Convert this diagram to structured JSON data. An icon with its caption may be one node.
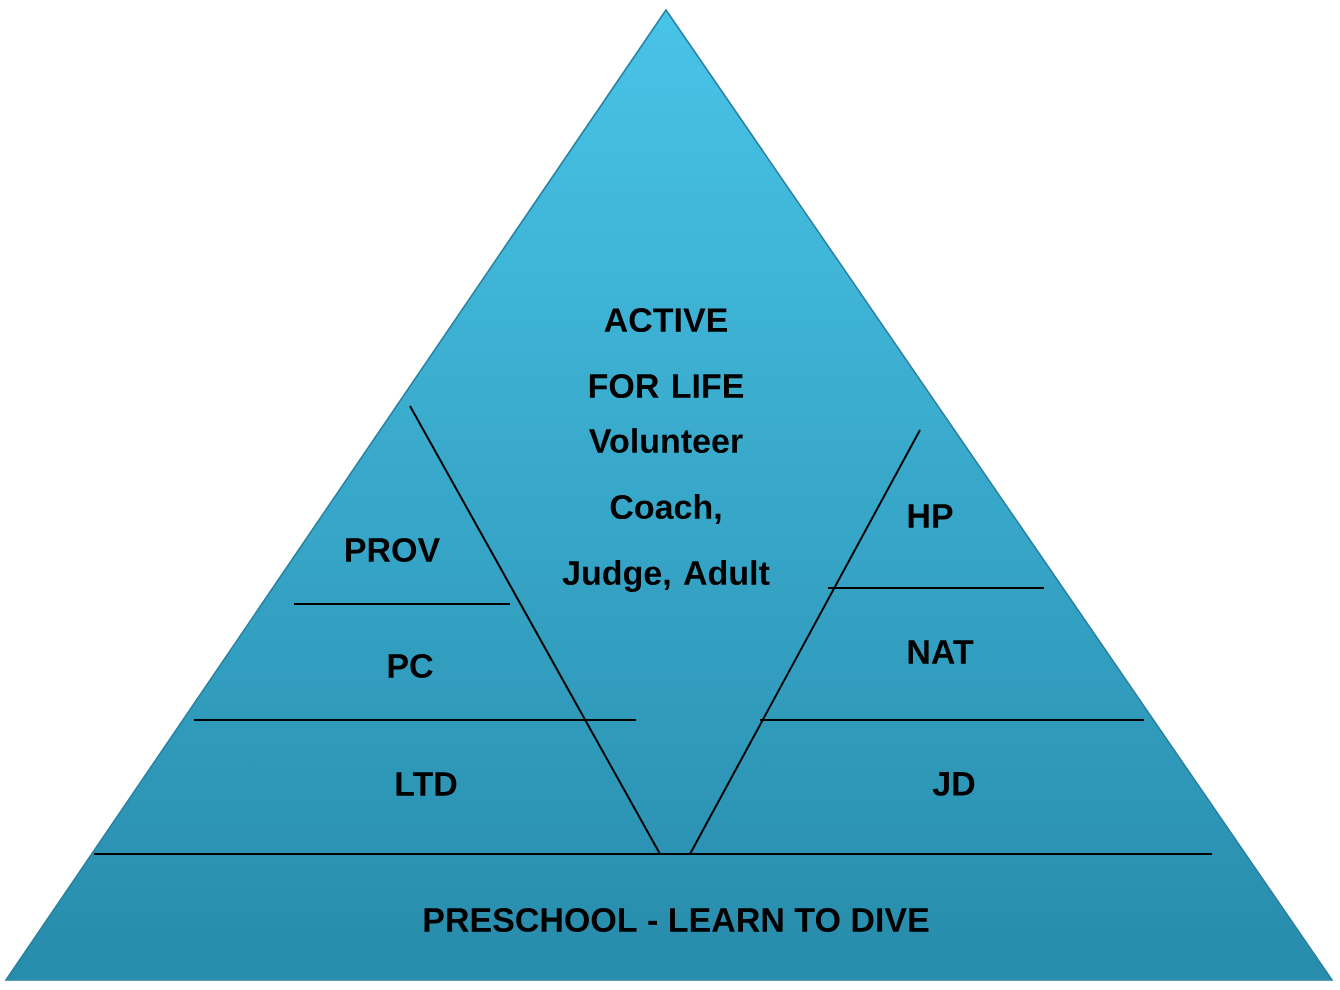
{
  "diagram": {
    "nodes": [
      {
        "text": [
          "ACTIVE FOR LIFE",
          "Volunteer Coach, Judge, Adult"
        ]
      },
      {
        "text": [
          "PROV"
        ]
      },
      {
        "text": [
          "HP"
        ]
      },
      {
        "text": [
          "PC"
        ]
      },
      {
        "text": [
          "NAT"
        ]
      },
      {
        "text": [
          "LTD"
        ]
      },
      {
        "text": [
          "JD"
        ]
      },
      {
        "text": [
          "PRESCHOOL - LEARN TO DIVE"
        ]
      }
    ]
  }
}
